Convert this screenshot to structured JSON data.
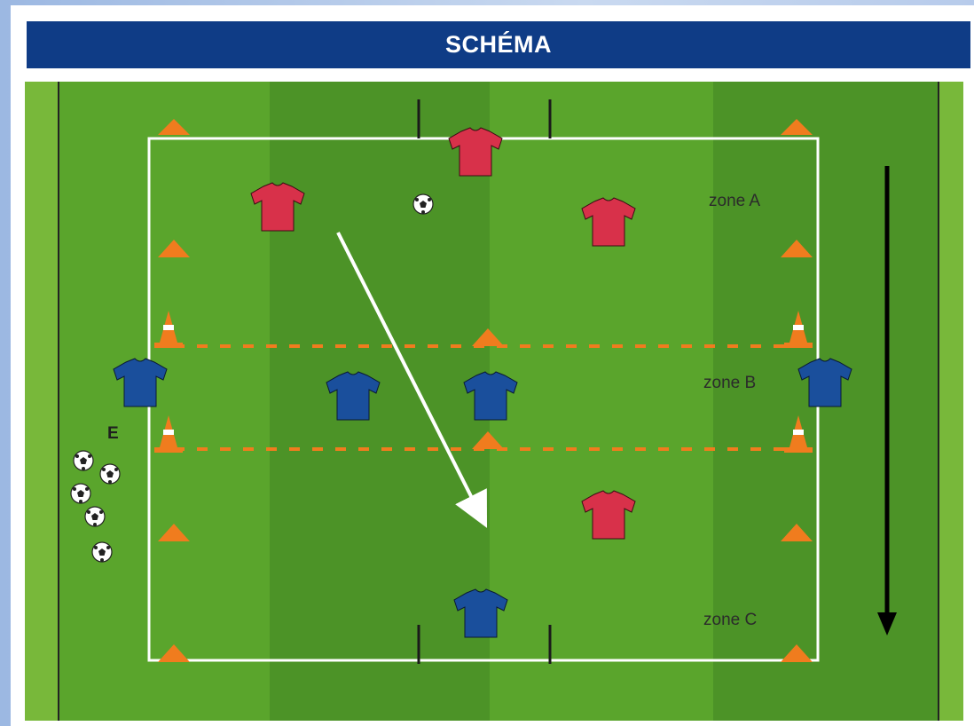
{
  "header": {
    "title": "SCHÉMA"
  },
  "zones": {
    "a": "zone A",
    "b": "zone B",
    "c": "zone C"
  },
  "start_label": "E",
  "colors": {
    "header_bg": "#0f3c86",
    "grass_light": "#5aa52c",
    "grass_dark": "#4c9327",
    "cone": "#f07c1e",
    "red_team": "#d8314a",
    "blue_team": "#1a4f9c",
    "boundary": "#ffffff"
  },
  "legend_icons": [
    "red-jersey-icon",
    "blue-jersey-icon",
    "soccer-ball-icon",
    "cone-icon",
    "flat-marker-icon"
  ]
}
